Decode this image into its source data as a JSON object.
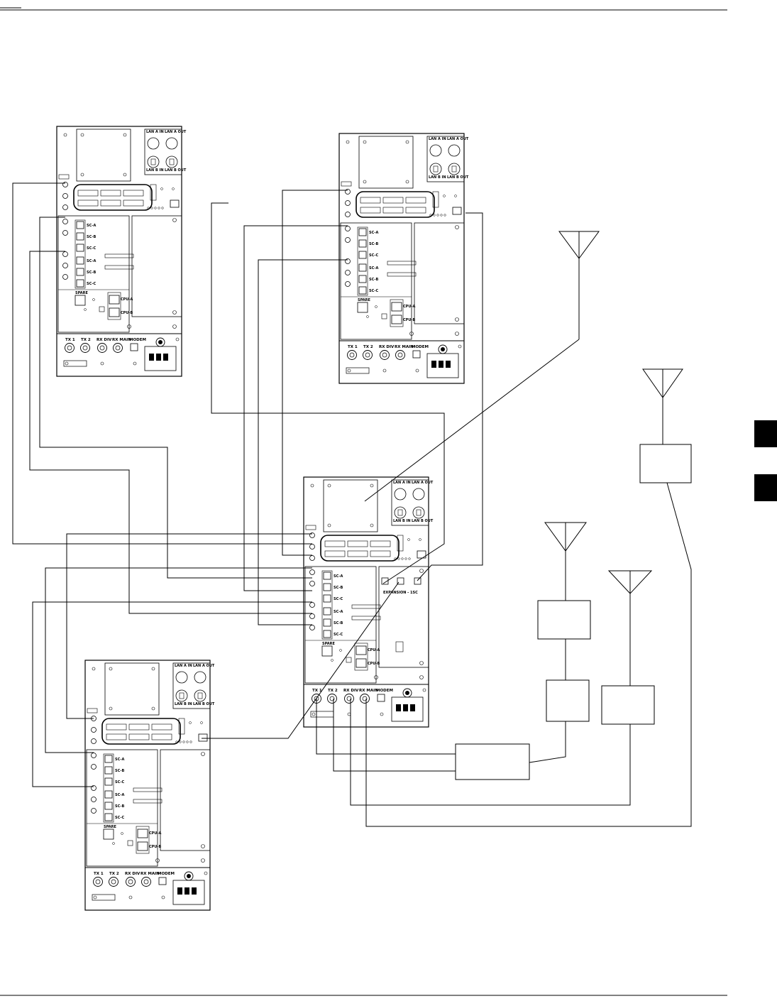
{
  "diagram": {
    "cabinets": [
      {
        "id": "cabinet-top-left",
        "panel_labels": {
          "tx1": "TX 1",
          "tx2": "TX 2",
          "rx_div": "RX DIV",
          "rx_main": "RX MAIN",
          "modem": "MODEM"
        },
        "ports": [
          "SC-A",
          "SC-B",
          "SC-C",
          "SC-A",
          "SC-B",
          "SC-C"
        ],
        "spare": "SPARE",
        "cpu": [
          "CPU-A",
          "CPU-B"
        ]
      },
      {
        "id": "cabinet-top-right",
        "panel_labels": {
          "tx1": "TX 1",
          "tx2": "TX 2",
          "rx_div": "RX DIV",
          "rx_main": "RX MAIN",
          "modem": "MODEM"
        },
        "ports": [
          "SC-A",
          "SC-B",
          "SC-C",
          "SC-A",
          "SC-B",
          "SC-C"
        ],
        "spare": "SPARE",
        "cpu": [
          "CPU-A",
          "CPU-B"
        ]
      },
      {
        "id": "cabinet-center",
        "panel_labels": {
          "tx1": "TX 1",
          "tx2": "TX 2",
          "rx_div": "RX DIV",
          "rx_main": "RX MAIN",
          "modem": "MODEM"
        },
        "ports": [
          "SC-A",
          "SC-B",
          "SC-C",
          "SC-A",
          "SC-B",
          "SC-C"
        ],
        "spare": "SPARE",
        "cpu": [
          "CPU-A",
          "CPU-B"
        ],
        "expansion": "EXPANSION - 1SC"
      },
      {
        "id": "cabinet-bottom-left",
        "panel_labels": {
          "tx1": "TX 1",
          "tx2": "TX 2",
          "rx_div": "RX DIV",
          "rx_main": "RX MAIN",
          "modem": "MODEM"
        },
        "ports": [
          "SC-A",
          "SC-B",
          "SC-C",
          "SC-A",
          "SC-B",
          "SC-C"
        ],
        "spare": "SPARE",
        "cpu": [
          "CPU-A",
          "CPU-B"
        ]
      }
    ],
    "antennas": [
      "antenna-gps-center",
      "antenna-right-1",
      "antenna-right-2",
      "antenna-right-3"
    ],
    "boxes": [
      "right-box",
      "middle-box-upper",
      "middle-box-lower",
      "right-box-lower",
      "combiner-box"
    ],
    "side_tabs": 2,
    "colors": {
      "line": "#000000",
      "tab": "#000000",
      "background": "#ffffff"
    }
  }
}
